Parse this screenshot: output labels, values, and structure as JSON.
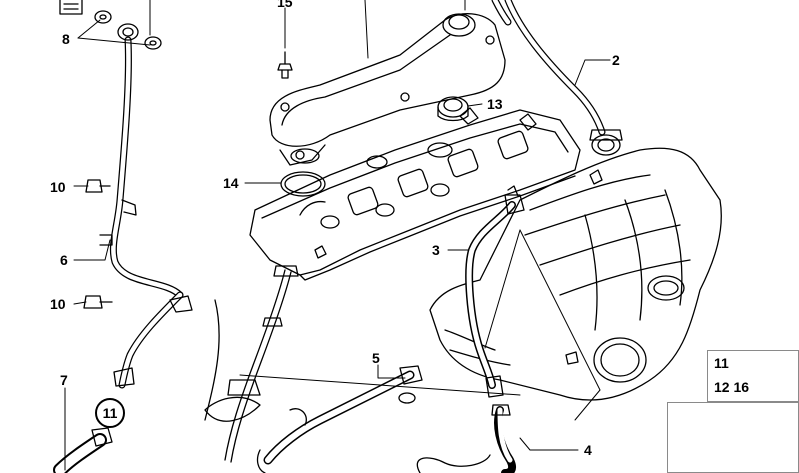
{
  "callouts": {
    "c2": "2",
    "c3": "3",
    "c4": "4",
    "c5": "5",
    "c6": "6",
    "c7": "7",
    "c8": "8",
    "c10a": "10",
    "c10b": "10",
    "c13": "13",
    "c14": "14",
    "c15": "15",
    "c11_circled": "11"
  },
  "legend": {
    "top": "11",
    "bottom": "12 16"
  }
}
